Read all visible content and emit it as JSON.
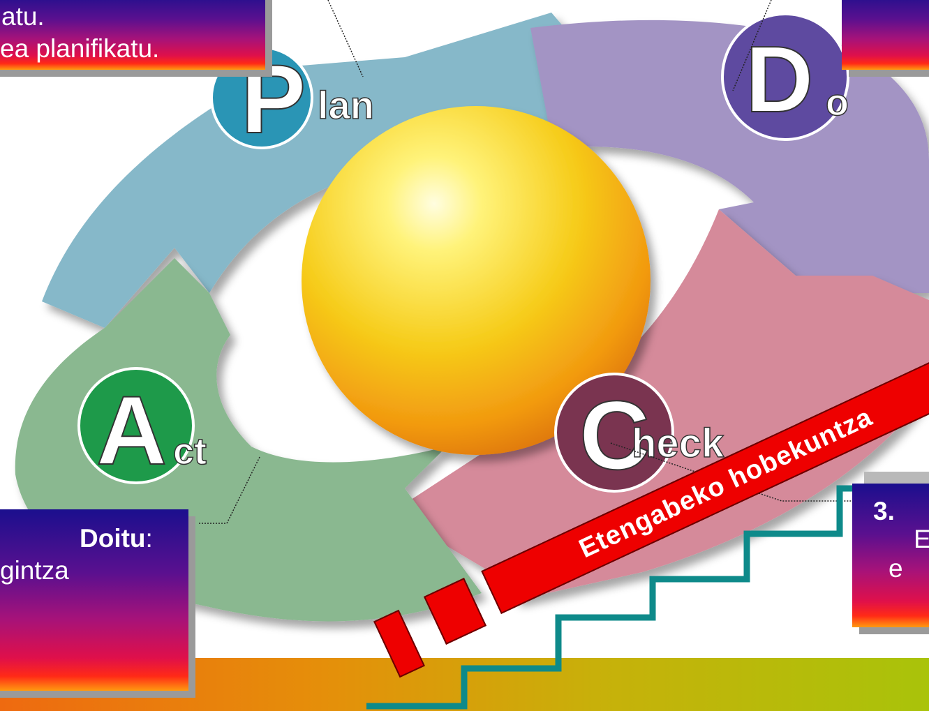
{
  "diagram": {
    "stages": [
      {
        "badge_letter": "P",
        "badge_rest": "lan"
      },
      {
        "badge_letter": "D",
        "badge_rest": "o"
      },
      {
        "badge_letter": "C",
        "badge_rest": "heck"
      },
      {
        "badge_letter": "A",
        "badge_rest": "ct"
      }
    ],
    "colors": {
      "plan": "#86b8c9",
      "do": "#a394c4",
      "check": "#d58a9a",
      "act": "#8ab890",
      "badge_plan": "#2a95b5",
      "badge_do": "#5e4aa0",
      "badge_check": "#7a3450",
      "badge_act": "#1e9a4a",
      "sphere": "#f5c20e",
      "stairs": "#0e8a8a",
      "banner": "#ee0000"
    }
  },
  "boxes": {
    "plan": {
      "line1": "atu.",
      "line2": "ea planifikatu."
    },
    "act": {
      "title": "Doitu",
      "title_suffix": ":",
      "line2": "gintza"
    },
    "check": {
      "number": "3.",
      "line2": "E",
      "line3": "e"
    }
  },
  "banner": {
    "text": "Etengabeko hobekuntza"
  }
}
